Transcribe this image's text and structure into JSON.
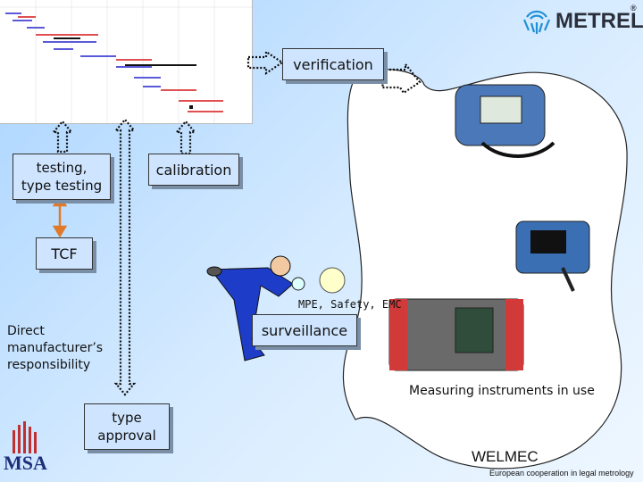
{
  "logo": {
    "brand": "METREL",
    "mark": "®"
  },
  "labels": {
    "verification": "verification",
    "testing": "testing,\ntype testing",
    "calibration": "calibration",
    "tcf": "TCF",
    "mpe": "MPE, Safety, EMC",
    "surveillance": "surveillance",
    "direct": "Direct\nmanufacturer’s\nresponsibility",
    "in_use": "Measuring instruments in use",
    "type_approval": "type\napproval",
    "welmec": "WELMEC",
    "welmec_sub": "European cooperation in legal metrology",
    "msa": "MSA"
  },
  "colors": {
    "box": "#cfe5ff",
    "arrow": "#e07a2a",
    "blob": "#ffffff",
    "circle": "#ffffcc"
  }
}
